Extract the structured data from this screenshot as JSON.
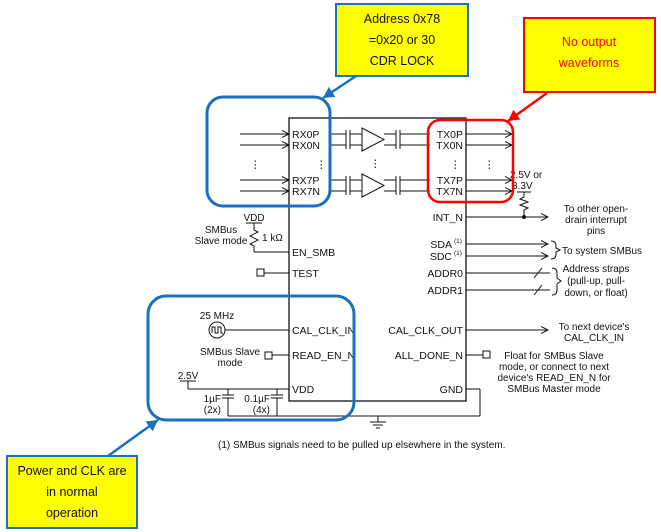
{
  "colors": {
    "callout_yellow": "#ffff00",
    "blue": "#1a6fc0",
    "red": "#ff0000",
    "wire": "#111111"
  },
  "callouts": {
    "top": [
      "Address 0x78",
      "=0x20 or 30",
      "CDR LOCK"
    ],
    "right": [
      "No output",
      "waveforms"
    ],
    "bottom": [
      "Power and CLK are",
      "in normal",
      "operation"
    ]
  },
  "pins": {
    "left": {
      "rx0p": "RX0P",
      "rx0n": "RX0N",
      "rx7p": "RX7P",
      "rx7n": "RX7N",
      "en_smb": "EN_SMB",
      "test": "TEST",
      "cal_clk_in": "CAL_CLK_IN",
      "read_en_n": "READ_EN_N",
      "vdd": "VDD"
    },
    "right": {
      "tx0p": "TX0P",
      "tx0n": "TX0N",
      "tx7p": "TX7P",
      "tx7n": "TX7N",
      "int_n": "INT_N",
      "sda": "SDA",
      "sdc": "SDC",
      "addr0": "ADDR0",
      "addr1": "ADDR1",
      "cal_clk_out": "CAL_CLK_OUT",
      "all_done_n": "ALL_DONE_N",
      "gnd": "GND"
    },
    "sup1": "(1)",
    "dots": "⋮"
  },
  "external": {
    "vdd": "VDD",
    "smbus_slave": [
      "SMBus",
      "Slave mode"
    ],
    "resistor": "1 kΩ",
    "clk_25": "25 MHz",
    "smbus_slave_mode": [
      "SMBus Slave",
      "mode"
    ],
    "v25": "2.5V",
    "cap1": [
      "1µF",
      "(2x)"
    ],
    "cap2": [
      "0.1µF",
      "(4x)"
    ],
    "pullup_v": [
      "2.5V or",
      "3.3V"
    ],
    "interrupt": [
      "To other open-",
      "drain interrupt",
      "pins"
    ],
    "smbus_sys": "To system SMBus",
    "addr_straps": [
      "Address straps",
      "(pull-up, pull-",
      "down, or float)"
    ],
    "next_dev": [
      "To next device's",
      "CAL_CLK_IN"
    ],
    "float_note": [
      "Float for SMBus Slave",
      "mode, or connect to next",
      "device's READ_EN_N for",
      "SMBus Master mode"
    ]
  },
  "footnote": "(1)  SMBus signals need to be pulled up elsewhere in the system."
}
